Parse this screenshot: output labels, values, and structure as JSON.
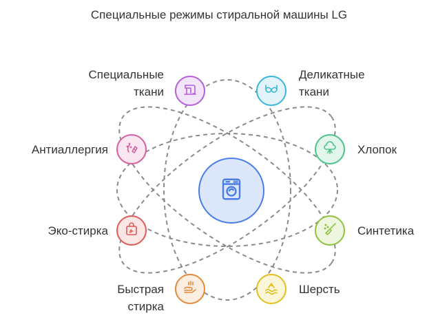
{
  "title": "Специальные режимы стиральной машины LG",
  "center": {
    "icon": "washing-machine-icon",
    "color": "#4a7ee6",
    "fill": "#dde7fb"
  },
  "nodes": [
    {
      "id": "special-fabrics",
      "label": "Специальные\nткани",
      "side": "left",
      "icon": "sewing-machine-icon",
      "color": "#b35fd6",
      "fill": "#f3e6fa"
    },
    {
      "id": "antiallergy",
      "label": "Антиаллергия",
      "side": "left",
      "icon": "allergy-icon",
      "color": "#d65fa0",
      "fill": "#fae6f1"
    },
    {
      "id": "eco-wash",
      "label": "Эко-стирка",
      "side": "left",
      "icon": "recycle-bag-icon",
      "color": "#e05a5a",
      "fill": "#fbe6e6"
    },
    {
      "id": "quick-wash",
      "label": "Быстрая\nстирка",
      "side": "left",
      "icon": "hand-icon",
      "color": "#e08a3c",
      "fill": "#fcefe2"
    },
    {
      "id": "delicates",
      "label": "Деликатные\nткани",
      "side": "right",
      "icon": "bra-icon",
      "color": "#3cb6d8",
      "fill": "#e2f4fa"
    },
    {
      "id": "cotton",
      "label": "Хлопок",
      "side": "right",
      "icon": "cotton-icon",
      "color": "#4cc38a",
      "fill": "#e3f6ec"
    },
    {
      "id": "synthetics",
      "label": "Синтетика",
      "side": "right",
      "icon": "broom-icon",
      "color": "#8ec23c",
      "fill": "#eef6e0"
    },
    {
      "id": "wool",
      "label": "Шерсть",
      "side": "right",
      "icon": "wool-icon",
      "color": "#e0c020",
      "fill": "#fbf6d8"
    }
  ]
}
